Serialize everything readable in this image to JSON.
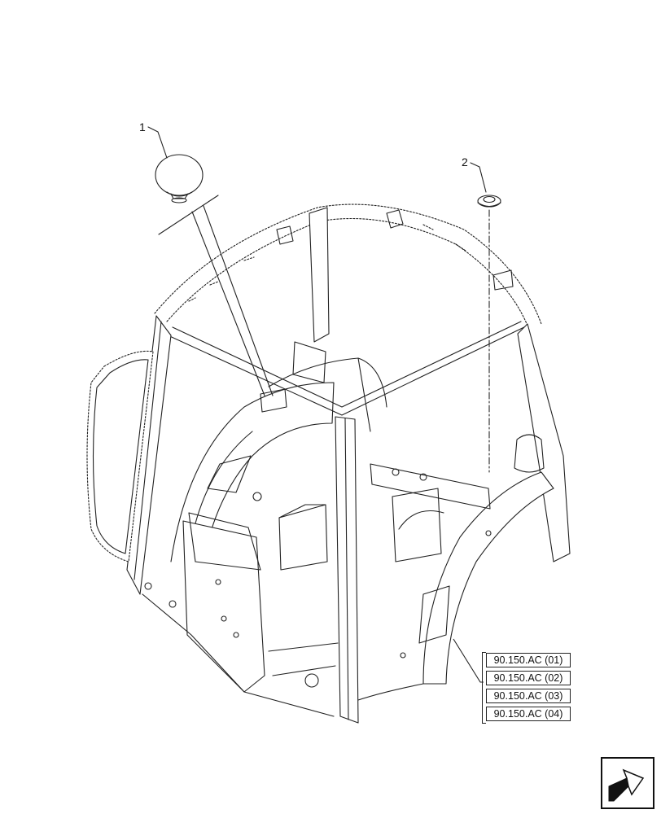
{
  "callouts": [
    {
      "id": "1",
      "label": "1"
    },
    {
      "id": "2",
      "label": "2"
    }
  ],
  "references": [
    {
      "label": "90.150.AC (01)"
    },
    {
      "label": "90.150.AC (02)"
    },
    {
      "label": "90.150.AC (03)"
    },
    {
      "label": "90.150.AC (04)"
    }
  ],
  "icons": {
    "navigation": "navigate-arrow-icon",
    "part_1": "plug-cap-icon",
    "part_2": "grommet-icon"
  },
  "colors": {
    "line": "#222222",
    "background": "#ffffff"
  }
}
